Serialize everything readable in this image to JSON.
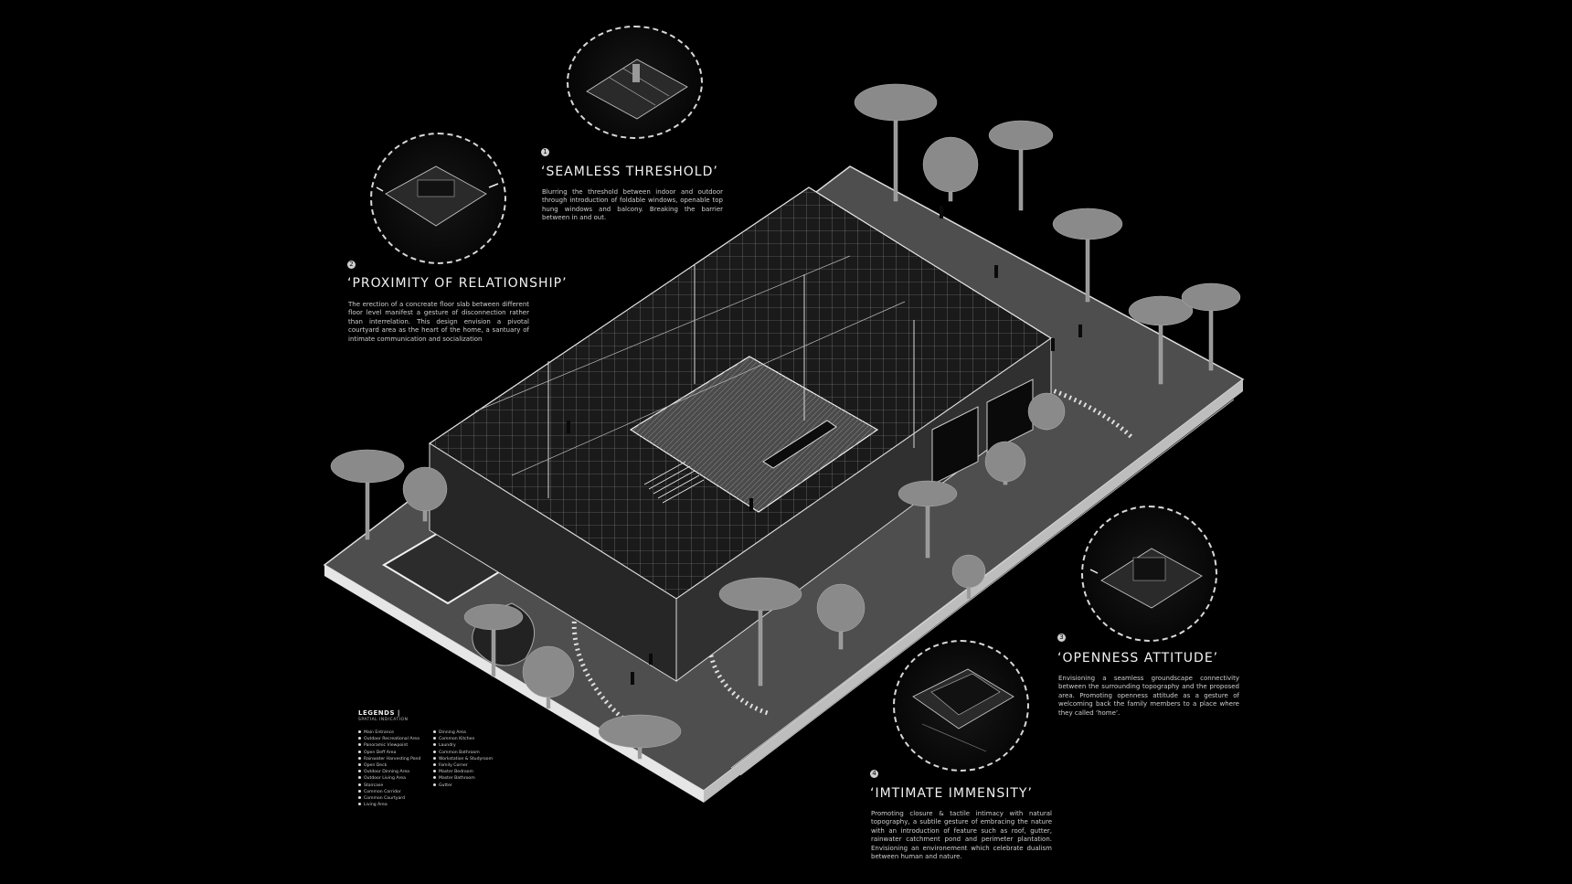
{
  "sections": [
    {
      "number": "1",
      "title": "‘SEAMLESS THRESHOLD’",
      "text": "Blurring the threshold between indoor and outdoor through introduction of foldable windows, openable top hung windows and balcony. Breaking the barrier between in and out."
    },
    {
      "number": "2",
      "title": "‘PROXIMITY OF RELATIONSHIP’",
      "text": "The erection of a concreate floor slab between different floor level manifest a gesture of disconnection rather than interrelation. This design envision a pivotal courtyard area as the heart of the home, a santuary of intimate communication and socialization"
    },
    {
      "number": "3",
      "title": "‘OPENNESS ATTITUDE’",
      "text": "Envisioning a seamless groundscape connectivity between the surrounding topography and the proposed area. Promoting openness attitude as a gesture of welcoming back the family members to a place where they called ‘home’."
    },
    {
      "number": "4",
      "title": "‘IMTIMATE IMMENSITY’",
      "text": "Promoting closure & tactile intimacy with natural topography, a subtile gesture of embracing the nature with an introduction of feature such as roof, gutter, rainwater catchment pond and perimeter plantation. Envisioning an environement which celebrate dualism between human and nature."
    }
  ],
  "legend": {
    "title": "LEGENDS |",
    "subtitle": "SPATIAL INDICATION",
    "column1": [
      "Main Entrance",
      "Outdoor Recreational Area",
      "Panoramic Viewpoint",
      "Open Deff Area",
      "Rainwater Harvesting Pond",
      "Open Deck",
      "Outdoor Dinning Area",
      "Outdoor Living Area",
      "Staircase",
      "Common Corridor",
      "Common Courtyard",
      "Living Area"
    ],
    "column2": [
      "Dinning Area",
      "Common Kitchen",
      "Laundry",
      "Common Bathroom",
      "Workstation & Studyroom",
      "Family Corner",
      "Master Bedroom",
      "Master Bathroom",
      "Gutter"
    ]
  },
  "colors": {
    "background": "#000000",
    "ground": "#5a5a5a",
    "line": "#e8e8e8",
    "tree": "#8c8c8c"
  }
}
